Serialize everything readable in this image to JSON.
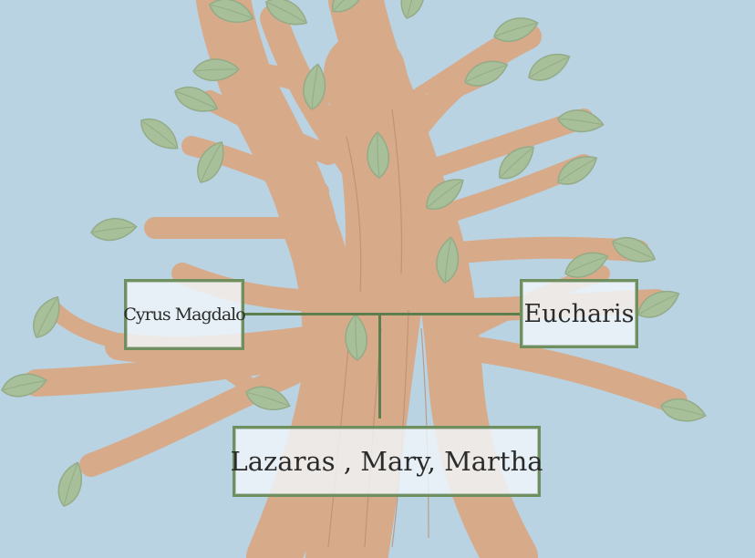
{
  "family_tree": {
    "parents": {
      "father": "Cyrus Magdalo",
      "mother": "Eucharis"
    },
    "children": "Lazaras , Mary, Martha"
  },
  "colors": {
    "background": "#b9d3e3",
    "trunk": "#d7aa8a",
    "leaf": "#a8c09a",
    "box_border": "#6f8f5e",
    "connector": "#5d7f4e"
  }
}
